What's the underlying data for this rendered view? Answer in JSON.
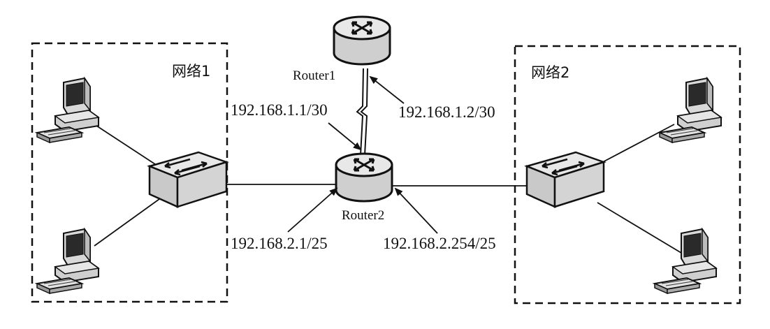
{
  "networks": {
    "left": {
      "label": "网络1"
    },
    "right": {
      "label": "网络2"
    }
  },
  "routers": {
    "r1": {
      "label": "Router1"
    },
    "r2": {
      "label": "Router2"
    }
  },
  "addresses": {
    "r2_serial": "192.168.1.1/30",
    "r1_serial": "192.168.1.2/30",
    "r2_left": "192.168.2.1/25",
    "r2_right": "192.168.2.254/25"
  }
}
